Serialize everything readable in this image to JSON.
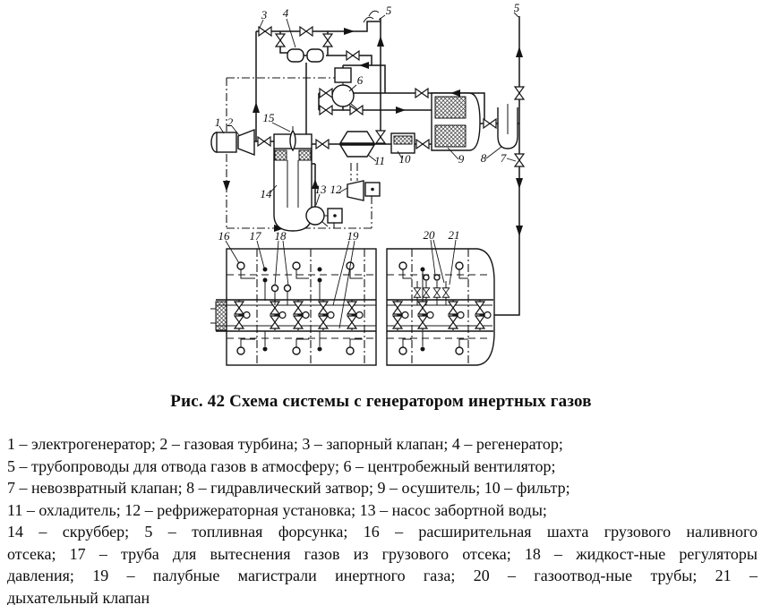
{
  "figure": {
    "caption": "Рис. 42 Схема системы с генератором инертных газов"
  },
  "legend": {
    "lines": [
      "1 – электрогенератор; 2 – газовая турбина; 3 – запорный клапан; 4 – регенератор;",
      "5 – трубопроводы для отвода газов в атмосферу; 6 – центробежный вентилятор;",
      "7 – невозвратный клапан; 8 – гидравлический затвор; 9 – осушитель; 10 – фильтр;",
      "11 – охладитель; 12 – рефрижераторная установка; 13 – насос забортной воды;",
      "14 – скруббер; 5 – топливная форсунка; 16 – расширительная шахта грузового наливного",
      "отсека; 17 – труба для вытеснения газов из грузового отсека; 18 – жидкост-ные регуляторы",
      "давления; 19 – палубные магистрали инертного газа; 20 – газоотвод-ные трубы; 21 –",
      "дыхательный клапан"
    ]
  },
  "diagram": {
    "callouts": {
      "c1": "1",
      "c2": "2",
      "c3": "3",
      "c4": "4",
      "c5_stack": "5",
      "c5_vent": "5",
      "c6": "6",
      "c7": "7",
      "c8": "8",
      "c9": "9",
      "c10": "10",
      "c11": "11",
      "c12": "12",
      "c13": "13",
      "c14": "14",
      "c15": "15",
      "c16": "16",
      "c17": "17",
      "c18": "18",
      "c19": "19",
      "c20": "20",
      "c21": "21"
    }
  }
}
